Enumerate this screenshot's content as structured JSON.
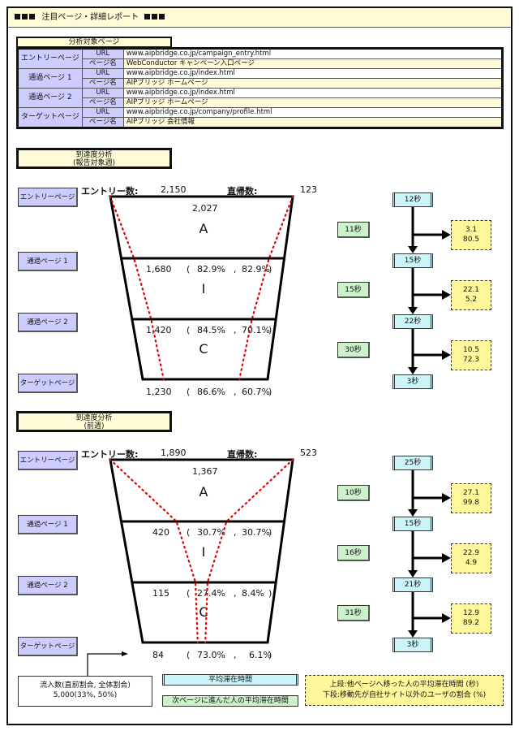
{
  "header": {
    "title": "注目ページ・詳細レポート",
    "decor": "■■■"
  },
  "targets": {
    "label": "分析対象ページ",
    "url_label": "URL",
    "name_label": "ページ名",
    "rows": [
      {
        "page": "エントリーページ",
        "url": "www.aipbridge.co.jp/campaign_entry.html",
        "name": "WebConductor キャンペーン入口ページ"
      },
      {
        "page": "通過ページ 1",
        "url": "www.aipbridge.co.jp/index.html",
        "name": "AIPブリッジ ホームページ"
      },
      {
        "page": "通過ページ 2",
        "url": "www.aipbridge.co.jp/index.html",
        "name": "AIPブリッジ ホームページ"
      },
      {
        "page": "ターゲットページ",
        "url": "www.aipbridge.co.jp/company/profile.html",
        "name": "AIPブリッジ 会社情報"
      }
    ]
  },
  "page_labels": [
    "エントリーページ",
    "通過ページ 1",
    "通過ページ 2",
    "ターゲットページ"
  ],
  "stage_letters": [
    "A",
    "I",
    "C"
  ],
  "entry_label": "エントリー数:",
  "bounce_label": "直帰数:",
  "sections": [
    {
      "title_line1": "到達度分析",
      "title_line2": "(報告対象週)",
      "entries": "2,150",
      "bounces": "123",
      "stage1_count": "2,027",
      "rows": [
        {
          "count": "1,680",
          "prev_pct": "82.9%",
          "total_pct": "82.9%"
        },
        {
          "count": "1,420",
          "prev_pct": "84.5%",
          "total_pct": "70.1%"
        },
        {
          "count": "1,230",
          "prev_pct": "86.6%",
          "total_pct": "60.7%"
        }
      ],
      "flow_times": [
        "12秒",
        "15秒",
        "22秒",
        "3秒"
      ],
      "next_times": [
        "11秒",
        "15秒",
        "30秒"
      ],
      "exits": [
        {
          "time": "3.1",
          "external_pct": "80.5"
        },
        {
          "time": "22.1",
          "external_pct": "5.2"
        },
        {
          "time": "10.5",
          "external_pct": "72.3"
        }
      ]
    },
    {
      "title_line1": "到達度分析",
      "title_line2": "(前週)",
      "entries": "1,890",
      "bounces": "523",
      "stage1_count": "1,367",
      "rows": [
        {
          "count": "420",
          "prev_pct": "30.7%",
          "total_pct": "30.7%"
        },
        {
          "count": "115",
          "prev_pct": "27.4%",
          "total_pct": "8.4%"
        },
        {
          "count": "84",
          "prev_pct": "73.0%",
          "total_pct": "6.1%"
        }
      ],
      "flow_times": [
        "25秒",
        "15秒",
        "21秒",
        "3秒"
      ],
      "next_times": [
        "10秒",
        "16秒",
        "31秒"
      ],
      "exits": [
        {
          "time": "27.1",
          "external_pct": "99.8"
        },
        {
          "time": "22.9",
          "external_pct": "4.9"
        },
        {
          "time": "12.9",
          "external_pct": "89.2"
        }
      ]
    }
  ],
  "legend": {
    "inflow_title": "流入数(直前割合, 全体割合)",
    "inflow_example": "5,000(33%, 50%)",
    "avg_time": "平均滞在時間",
    "next_avg_time": "次ページに進んだ人の平均滞在時間",
    "note_line1": "上段:他ページへ移った人の平均滞在時間 (秒)",
    "note_line2": "下段:移動先が自社サイト以外のユーザの割合 (%)"
  },
  "colors": {
    "page_box": "#ccccff",
    "header_bg": "#fffbd6",
    "flow_box": "#ccf5fa",
    "next_box": "#ccf2cc",
    "exit_box": "#fff799",
    "dotted_line": "#e00000"
  }
}
